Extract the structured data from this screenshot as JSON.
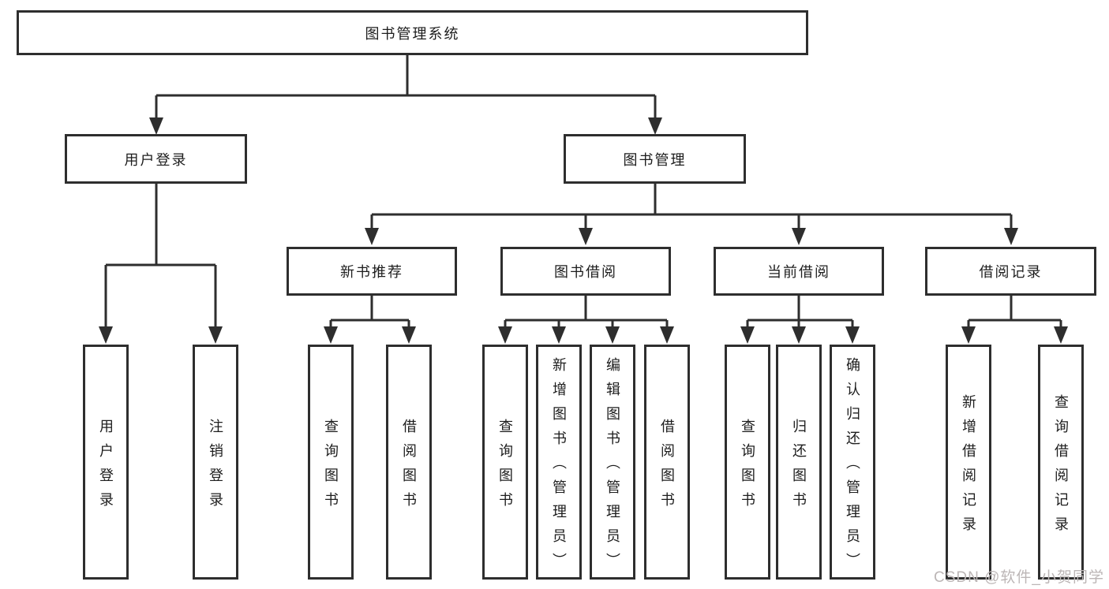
{
  "diagram": {
    "type": "hierarchy-tree",
    "root": "图书管理系统",
    "children": [
      {
        "label": "用户登录",
        "children": [
          {
            "label": "用户登录"
          },
          {
            "label": "注销登录"
          }
        ]
      },
      {
        "label": "图书管理",
        "children": [
          {
            "label": "新书推荐",
            "children": [
              {
                "label": "查询图书"
              },
              {
                "label": "借阅图书"
              }
            ]
          },
          {
            "label": "图书借阅",
            "children": [
              {
                "label": "查询图书"
              },
              {
                "label": "新增图书（管理员）"
              },
              {
                "label": "编辑图书（管理员）"
              },
              {
                "label": "借阅图书"
              }
            ]
          },
          {
            "label": "当前借阅",
            "children": [
              {
                "label": "查询图书"
              },
              {
                "label": "归还图书"
              },
              {
                "label": "确认归还（管理员）"
              }
            ]
          },
          {
            "label": "借阅记录",
            "children": [
              {
                "label": "新增借阅记录"
              },
              {
                "label": "查询借阅记录"
              }
            ]
          }
        ]
      }
    ],
    "watermark": "CSDN @软件_小贺同学",
    "colors": {
      "line": "#2e2e2e",
      "box_border": "#2e2e2e",
      "text": "#1d1d1d",
      "background": "#ffffff",
      "watermark": "#bcb6b6"
    }
  }
}
